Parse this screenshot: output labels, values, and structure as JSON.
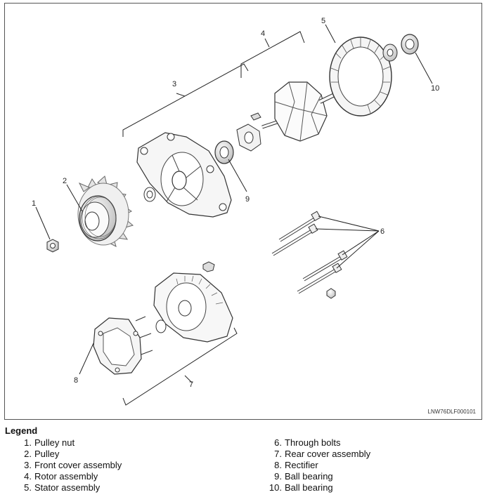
{
  "figure": {
    "id_code": "LNW76DLF000101",
    "callouts": [
      "1",
      "2",
      "3",
      "4",
      "5",
      "6",
      "7",
      "8",
      "9",
      "10"
    ]
  },
  "legend": {
    "title": "Legend",
    "items": [
      {
        "num": "1.",
        "label": "Pulley nut"
      },
      {
        "num": "2.",
        "label": "Pulley"
      },
      {
        "num": "3.",
        "label": "Front cover assembly"
      },
      {
        "num": "4.",
        "label": "Rotor assembly"
      },
      {
        "num": "5.",
        "label": "Stator assembly"
      },
      {
        "num": "6.",
        "label": "Through bolts"
      },
      {
        "num": "7.",
        "label": "Rear cover assembly"
      },
      {
        "num": "8.",
        "label": "Rectifier"
      },
      {
        "num": "9.",
        "label": "Ball bearing"
      },
      {
        "num": "10.",
        "label": "Ball bearing"
      }
    ]
  }
}
